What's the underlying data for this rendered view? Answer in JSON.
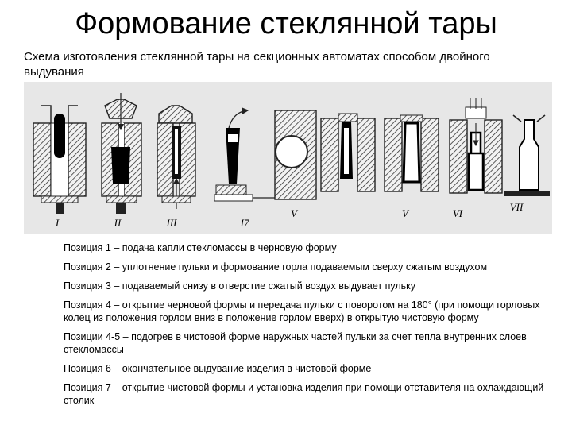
{
  "title": "Формование стеклянной тары",
  "subtitle": "Схема изготовления стеклянной тары на секционных автоматах способом двойного выдувания",
  "figure": {
    "stage_labels": [
      "I",
      "II",
      "III",
      "I7",
      "V",
      "V",
      "VI",
      "VII"
    ],
    "colors": {
      "hatch": "#333333",
      "glass": "#000000",
      "background": "#e7e7e7"
    }
  },
  "positions": [
    "Позиция 1 – подача капли стекломассы в черновую форму",
    "Позиция 2 – уплотнение пульки и формование горла подаваемым сверху сжатым воздухом",
    "Позиция 3 – подаваемый снизу в отверстие сжатый воздух выдувает пульку",
    "Позиция 4 – открытие черновой формы и передача пульки с поворотом на 180° (при помощи горловых колец из положения горлом вниз в положение горлом вверх) в открытую чистовую форму",
    "Позиции 4-5 – подогрев в чистовой форме наружных частей пульки за счет тепла внутренних слоев стекломассы",
    "Позиция 6 – окончательное выдувание изделия в чистовой форме",
    "Позиция 7 – открытие чистовой формы и установка изделия при помощи отставителя на охлаждающий столик"
  ]
}
